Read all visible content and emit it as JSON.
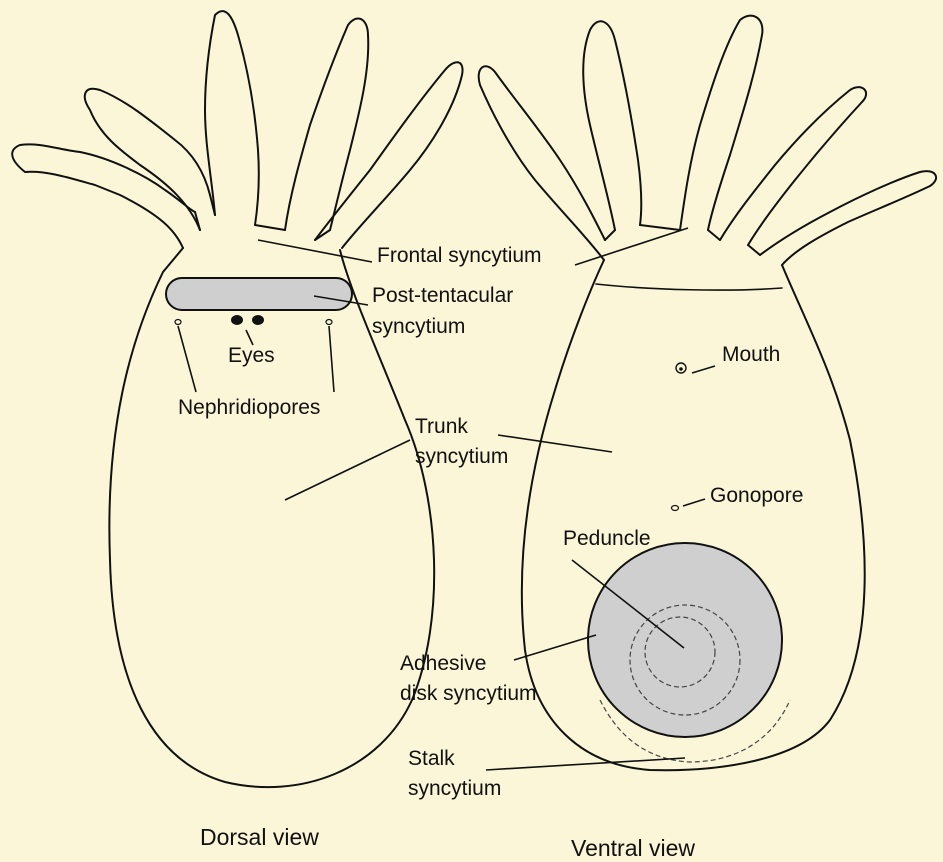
{
  "labels": {
    "frontal": "Frontal syncytium",
    "post_tentacular_1": "Post-tentacular",
    "post_tentacular_2": "syncytium",
    "eyes": "Eyes",
    "nephridiopores": "Nephridiopores",
    "trunk_1": "Trunk",
    "trunk_2": "syncytium",
    "mouth": "Mouth",
    "gonopore": "Gonopore",
    "peduncle": "Peduncle",
    "adhesive_1": "Adhesive",
    "adhesive_2": "disk syncytium",
    "stalk_1": "Stalk",
    "stalk_2": "syncytium"
  },
  "captions": {
    "dorsal": "Dorsal view",
    "ventral": "Ventral view"
  },
  "colors": {
    "background": "#fbf6d8",
    "line": "#111111",
    "shade": "#cfcfcf"
  }
}
